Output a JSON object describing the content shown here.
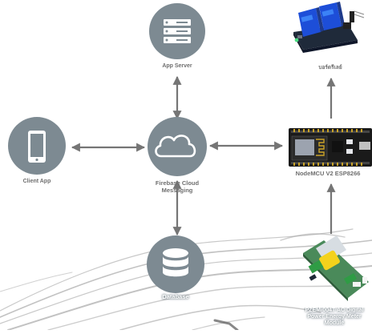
{
  "diagram": {
    "nodes": {
      "app_server": {
        "label": "App Server",
        "icon": "server-icon"
      },
      "firebase": {
        "label": "Firebase Cloud Messaging",
        "icon": "cloud-icon"
      },
      "client_app": {
        "label": "Client App",
        "icon": "tablet-icon"
      },
      "database": {
        "label": "Database",
        "icon": "database-icon"
      },
      "relay": {
        "label": "บอร์ดรีเลย์",
        "icon": "relay-board-icon"
      },
      "nodemcu": {
        "label": "NodeMCU V2 ESP8266",
        "icon": "nodemcu-board-icon"
      },
      "pzem": {
        "label_line1": "PZEM-004T AC Digital",
        "label_line2": "Power Energy Meter",
        "label_line3": "Module",
        "icon": "pzem-module-icon"
      }
    },
    "colors": {
      "circle_fill": "#7d8a92",
      "icon_fill": "#ffffff",
      "arrow": "#757575",
      "label": "#6f6f6f"
    }
  }
}
